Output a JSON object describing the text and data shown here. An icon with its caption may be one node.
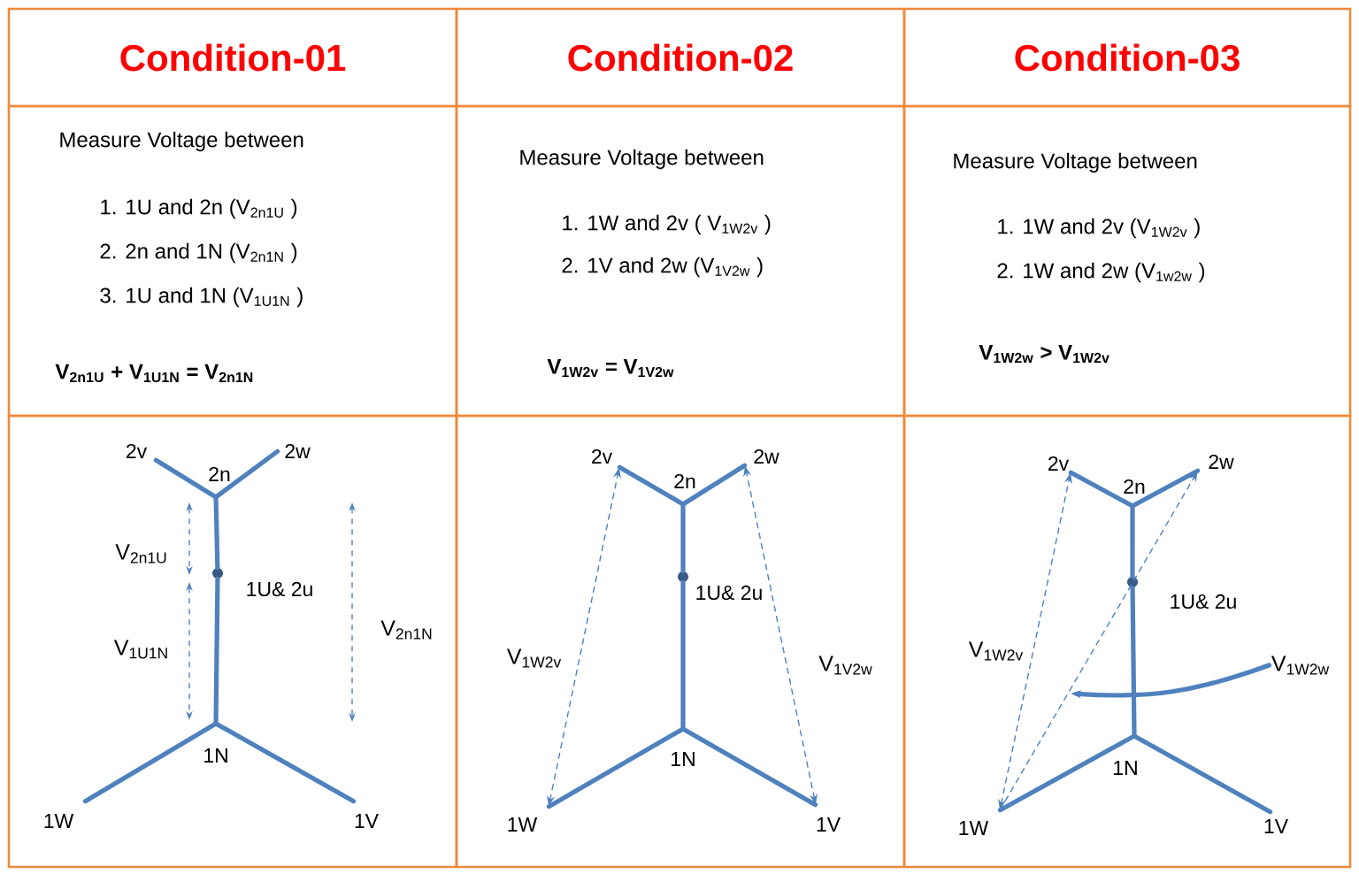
{
  "diagram": {
    "nodes": [
      {
        "text": [
          "Condition-01"
        ]
      },
      {
        "text": [
          "Condition-02"
        ]
      },
      {
        "text": [
          "Condition-03"
        ]
      },
      {
        "text": [
          "Measure Voltage between",
          "1. 1U and 2n (V$_{2n1U}$ )",
          "2. 2n and 1N (V$_{2n1N}$ )",
          "3. 1U and 1N (V$_{1U1N}$ )",
          "V$_{2n1U}$ + V$_{1U1N}$ = V$_{2n1N}$"
        ]
      },
      {
        "text": [
          "Measure Voltage between",
          "1. 1W and 2v ( V$_{1W2v}$ )",
          "2. 1V and 2w (V$_{1V2w}$ )",
          "V$_{1W2v}$ = V$_{1V2w}$"
        ]
      },
      {
        "text": [
          "Measure Voltage between",
          "1. 1W and 2v (V$_{1W2v}$ )",
          "2. 1W and 2w (V$_{1w2w}$ )",
          "V$_{1W2w}$ > V$_{1W2v}$"
        ]
      },
      {
        "text": [],
        "shape": "box"
      },
      {
        "text": [
          "2v"
        ],
        "in": 6
      },
      {
        "text": [
          "2n"
        ],
        "in": 6
      },
      {
        "text": [
          "2w"
        ],
        "in": 6
      },
      {
        "text": [
          "1U& 2u"
        ],
        "in": 6
      },
      {
        "text": [
          "1N"
        ],
        "in": 6
      },
      {
        "text": [
          "1W"
        ],
        "in": 6
      },
      {
        "text": [
          "1V"
        ],
        "in": 6
      },
      {
        "text": [],
        "shape": "box"
      },
      {
        "text": [
          "2v"
        ],
        "in": 14
      },
      {
        "text": [
          "2n"
        ],
        "in": 14
      },
      {
        "text": [
          "2w"
        ],
        "in": 14
      },
      {
        "text": [
          "1U& 2u"
        ],
        "in": 14
      },
      {
        "text": [
          "1N"
        ],
        "in": 14
      },
      {
        "text": [
          "1W"
        ],
        "in": 14
      },
      {
        "text": [
          "1V"
        ],
        "in": 14
      },
      {
        "text": [],
        "shape": "box"
      },
      {
        "text": [
          "2v"
        ],
        "in": 22
      },
      {
        "text": [
          "2n"
        ],
        "in": 22
      },
      {
        "text": [
          "2w"
        ],
        "in": 22
      },
      {
        "text": [
          "1U& 2u"
        ],
        "in": 22
      },
      {
        "text": [
          "1N"
        ],
        "in": 22
      },
      {
        "text": [
          "1W"
        ],
        "in": 22
      },
      {
        "text": [
          "1V"
        ],
        "in": 22
      },
      {
        "text": [
          "V$_{1W2w}$"
        ],
        "in": 22
      }
    ],
    "edges": [
      {
        "from": 7,
        "to": 8,
        "arrow": "none"
      },
      {
        "from": 8,
        "to": 9,
        "arrow": "none"
      },
      {
        "from": 8,
        "to": 10,
        "arrow": "none"
      },
      {
        "from": 10,
        "to": 11,
        "arrow": "none"
      },
      {
        "from": 11,
        "to": 12,
        "arrow": "none"
      },
      {
        "from": 11,
        "to": 13,
        "arrow": "none"
      },
      {
        "from": 15,
        "to": 16,
        "arrow": "none"
      },
      {
        "from": 16,
        "to": 17,
        "arrow": "none"
      },
      {
        "from": 16,
        "to": 18,
        "arrow": "none"
      },
      {
        "from": 18,
        "to": 19,
        "arrow": "none"
      },
      {
        "from": 19,
        "to": 20,
        "arrow": "none"
      },
      {
        "from": 19,
        "to": 21,
        "arrow": "none"
      },
      {
        "from": 20,
        "to": 15,
        "arrow": "both",
        "style": "dashed",
        "label": "V$_{1W2v}$"
      },
      {
        "from": 21,
        "to": 17,
        "arrow": "both",
        "style": "dashed",
        "label": "V$_{1V2w}$"
      },
      {
        "from": 23,
        "to": 24,
        "arrow": "none"
      },
      {
        "from": 24,
        "to": 25,
        "arrow": "none"
      },
      {
        "from": 24,
        "to": 26,
        "arrow": "none"
      },
      {
        "from": 26,
        "to": 27,
        "arrow": "none"
      },
      {
        "from": 27,
        "to": 28,
        "arrow": "none"
      },
      {
        "from": 27,
        "to": 29,
        "arrow": "none"
      },
      {
        "from": 28,
        "to": 23,
        "arrow": "both",
        "style": "dashed",
        "label": "V$_{1W2v}$"
      },
      {
        "from": 28,
        "to": 25,
        "arrow": "to",
        "style": "dashed"
      },
      {
        "from": 30,
        "to": null,
        "arrow": "to"
      }
    ],
    "labels": [
      "V$_{2n1U}$",
      "V$_{1U1N}$",
      "V$_{2n1N}$"
    ]
  }
}
